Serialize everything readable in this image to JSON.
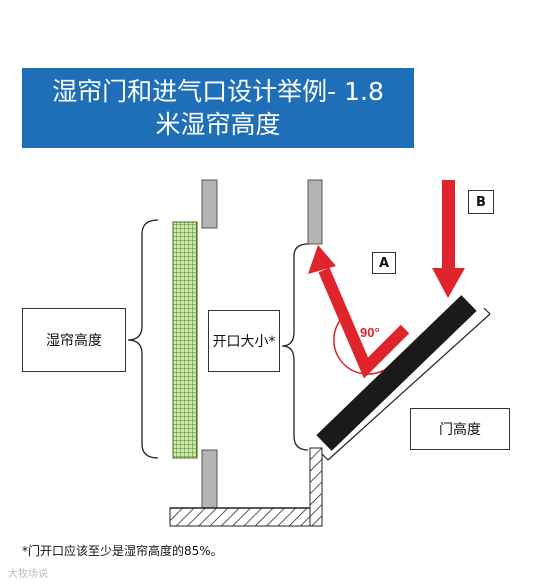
{
  "title": {
    "line1": "湿帘门和进气口设计举例- 1.8",
    "line2": "米湿帘高度"
  },
  "labels": {
    "pad_height": "湿帘高度",
    "opening_size": "开口大小*",
    "door_height": "门高度",
    "angle": "90°",
    "arrow_a": "A",
    "arrow_b": "B"
  },
  "footnote": "*门开口应该至少是湿帘高度的85%。",
  "watermark": "大牧场说",
  "colors": {
    "title_bg": "#1f6fb8",
    "arrow": "#e0242b",
    "pad": "#8bc34a",
    "door": "#1a1a1a"
  }
}
